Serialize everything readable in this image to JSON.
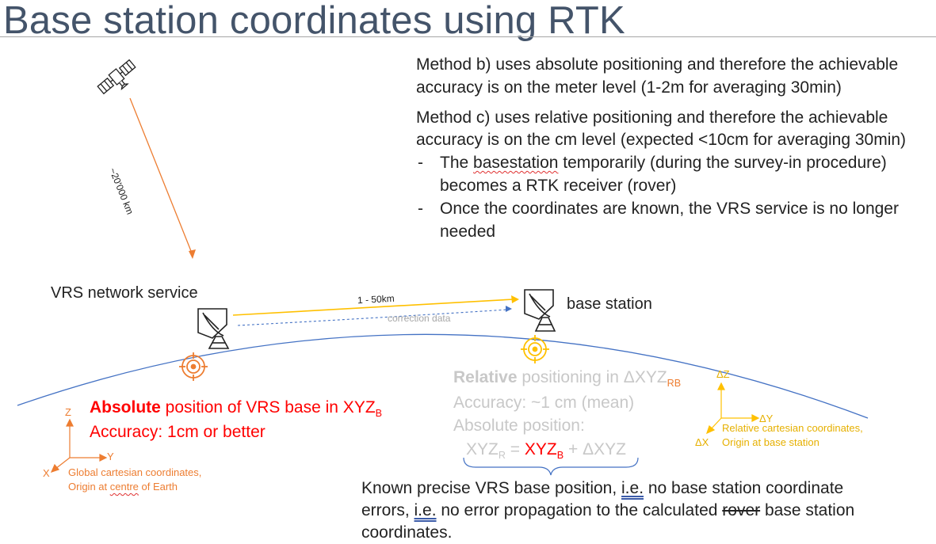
{
  "title": "Base station coordinates using RTK",
  "method_b": {
    "line1": "Method b) uses absolute positioning and therefore the achievable",
    "line2": "accuracy is on the meter level (1-2m for averaging 30min)"
  },
  "method_c": {
    "line1": "Method c) uses relative positioning and therefore the achievable",
    "line2": "accuracy is on the cm level (expected <10cm for averaging 30min)"
  },
  "bullets": [
    {
      "dash": "-",
      "pre": "The ",
      "squiggle": "basestation",
      "post": " temporarily (during the survey-in procedure)",
      "line2": "becomes a RTK receiver (rover)"
    },
    {
      "dash": "-",
      "line1": "Once the coordinates are known, the VRS service is no longer",
      "line2": "needed"
    }
  ],
  "distance_label": "~20'000 km",
  "vrs_label": "VRS network service",
  "base_label": "base station",
  "link_label": "1 - 50km",
  "correction_label": "correction data",
  "absolute": {
    "bold": "Absolute",
    "rest": " position of VRS base in XYZ",
    "sub": "B",
    "accuracy": "Accuracy: 1cm or better"
  },
  "global_axes": {
    "z": "Z",
    "y": "Y",
    "x": "X",
    "caption1": "Global cartesian coordinates,",
    "caption2_pre": "Origin at ",
    "caption2_squiggle": "centre",
    "caption2_post": " of Earth"
  },
  "relative": {
    "bold": "Relative",
    "rest": " positioning in ΔXYZ",
    "sub": "RB",
    "accuracy": "Accuracy: ~1 cm (mean)",
    "absolute_label": "Absolute position:",
    "eq_lhs": "XYZ",
    "eq_lhs_sub": "R",
    "eq_eq": " = ",
    "eq_b": "XYZ",
    "eq_b_sub": "B",
    "eq_rest": " + ΔXYZ"
  },
  "relative_axes": {
    "z": "ΔZ",
    "y": "ΔY",
    "x": "ΔX",
    "caption1": "Relative cartesian coordinates,",
    "caption2": "Origin at base station"
  },
  "known": {
    "line1_pre": "Known precise VRS base position, ",
    "ie1": "i.e.",
    "line1_post": " no base station coordinate",
    "line2_pre": "errors, ",
    "ie2": "i.e.",
    "line2_mid": " no error propagation to the calculated ",
    "line2_strike": "rover",
    "line2_post": " base station",
    "line3": "coordinates."
  },
  "colors": {
    "title": "#44546a",
    "orange": "#ed7d31",
    "gold": "#ffc000",
    "red": "#ff0000",
    "blue": "#4472c4",
    "grey": "#c8c8c8"
  },
  "icons": [
    "satellite-icon",
    "dish-antenna-icon",
    "target-icon"
  ]
}
